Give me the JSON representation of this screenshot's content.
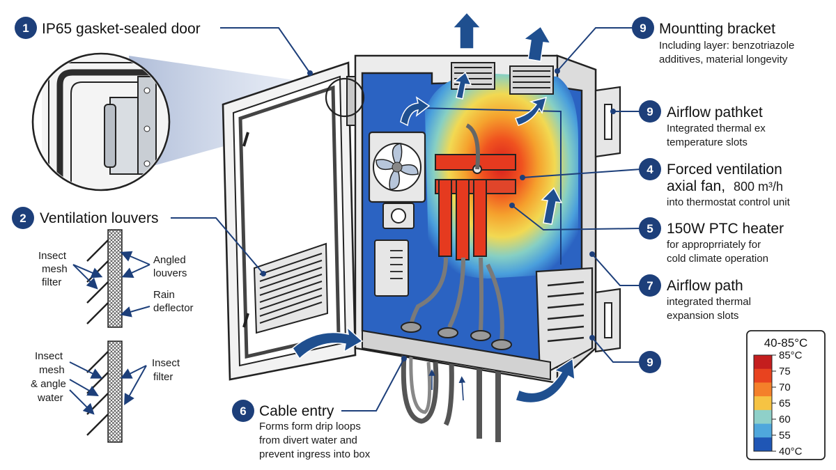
{
  "callouts": {
    "c1": {
      "num": "1",
      "title": "IP65 gasket-sealed door"
    },
    "c2": {
      "num": "2",
      "title": "Ventilation louvers"
    },
    "c9a": {
      "num": "9",
      "title": "Mountting bracket",
      "line1": "Including layer: benzotriazole",
      "line2": "additives, material longevity"
    },
    "c9b": {
      "num": "9",
      "title": "Airflow pathket",
      "line1": "Integrated thermal ex",
      "line2": "temperature slots"
    },
    "c4": {
      "num": "4",
      "title": "Forced ventilation",
      "title2": "axial fan,",
      "value": "800 m³/h",
      "line1": "into thermostat control unit"
    },
    "c5": {
      "num": "5",
      "title": "150W PTC heater",
      "line1": "for approprriately for",
      "line2": "cold climate operation"
    },
    "c7": {
      "num": "7",
      "title": "Airflow path",
      "line1": "integrated thermal",
      "line2": "expansion slots"
    },
    "c9c": {
      "num": "9"
    },
    "c6": {
      "num": "6",
      "title": "Cable entry",
      "line1": "Forms form drip loops",
      "line2": "from divert water and",
      "line3": "prevent ingress into box"
    }
  },
  "louver_labels": {
    "top": {
      "insect1": "Insect",
      "insect2": "mesh",
      "insect3": "filter",
      "angled1": "Angled",
      "angled2": "louvers",
      "rain1": "Rain",
      "rain2": "deflector"
    },
    "bottom": {
      "insect1": "Insect",
      "insect2": "mesh",
      "insect3": "& angle",
      "insect4": "water",
      "ifilter1": "Insect",
      "ifilter2": "filter"
    }
  },
  "legend": {
    "title": "40-85°C",
    "ticks": [
      "85°C",
      "75",
      "70",
      "65",
      "60",
      "55",
      "40°C"
    ],
    "colors": [
      "#c41e1e",
      "#e8431f",
      "#f4802a",
      "#f6c343",
      "#8fd0c9",
      "#4fa7dc",
      "#1f56b5"
    ]
  },
  "colors": {
    "badge": "#1d3f7a",
    "interior": "#2b63c2",
    "hot": "#e53a1f",
    "arrow": "#1f4f8f"
  }
}
